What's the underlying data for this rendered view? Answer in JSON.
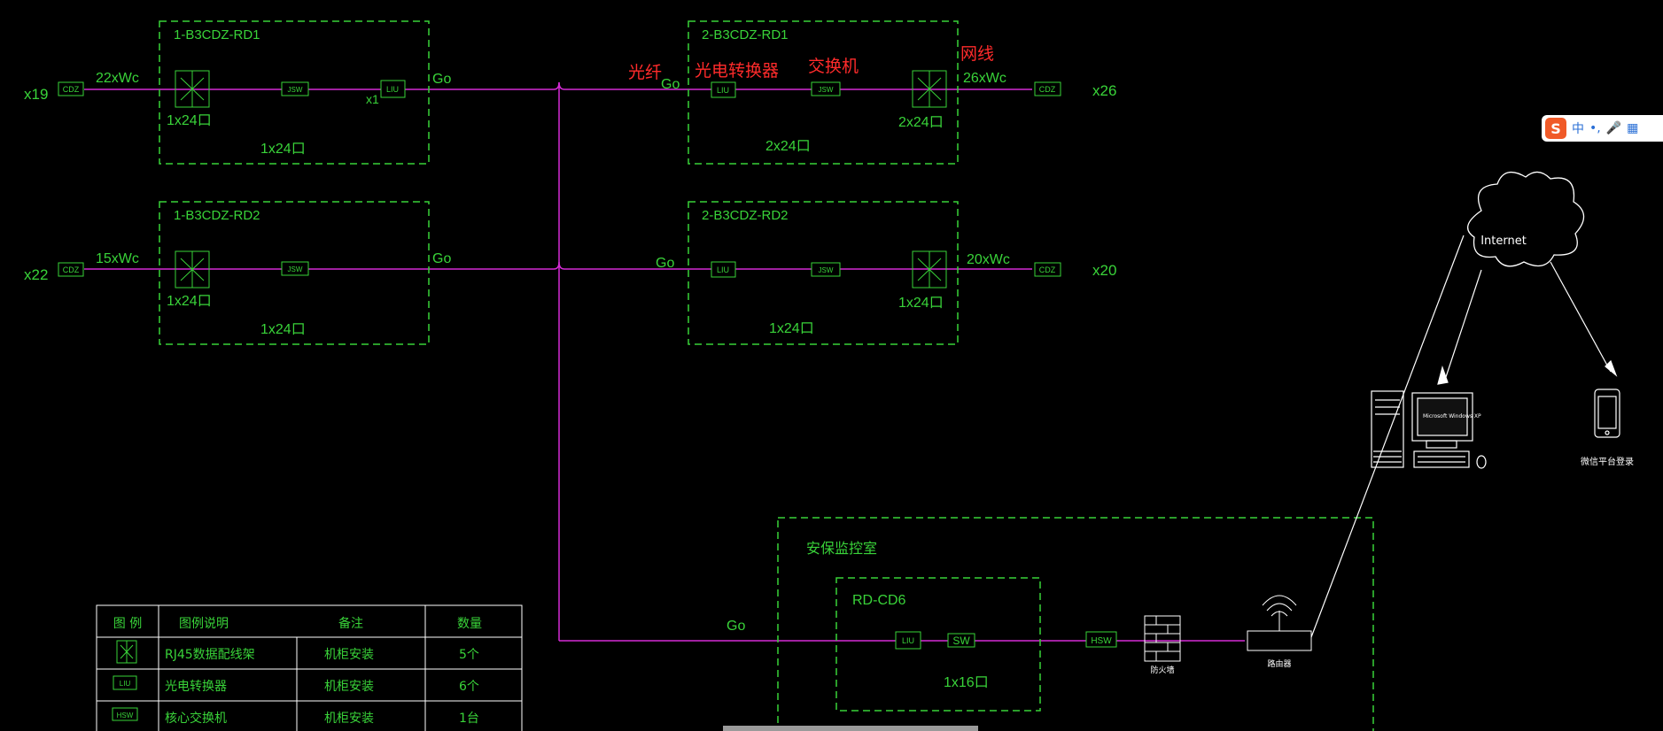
{
  "colors": {
    "green": "#39d339",
    "magenta": "#d62ad6",
    "white": "#ffffff",
    "red": "#ff2b2b"
  },
  "boxes": [
    {
      "id": "rd1-left",
      "title": "1-B3CDZ-RD1",
      "port_label": "1x24口",
      "bottom_label": "1x24口",
      "cable": "22xWc",
      "count": "x19",
      "cdz": "CDZ",
      "jsw": "JSW",
      "liu": "LIU",
      "x1": "x1",
      "go": "Go"
    },
    {
      "id": "rd2-left",
      "title": "1-B3CDZ-RD2",
      "port_label": "1x24口",
      "bottom_label": "1x24口",
      "cable": "15xWc",
      "count": "x22",
      "cdz": "CDZ",
      "jsw": "JSW",
      "go": "Go"
    },
    {
      "id": "rd1-right",
      "title": "2-B3CDZ-RD1",
      "port_label": "2x24口",
      "bottom_label": "2x24口",
      "cable": "26xWc",
      "count": "x26",
      "cdz": "CDZ",
      "jsw": "JSW",
      "liu": "LIU",
      "go": "Go"
    },
    {
      "id": "rd2-right",
      "title": "2-B3CDZ-RD2",
      "port_label": "1x24口",
      "bottom_label": "1x24口",
      "cable": "20xWc",
      "count": "x20",
      "cdz": "CDZ",
      "jsw": "JSW",
      "liu": "LIU",
      "go": "Go"
    }
  ],
  "annotations": {
    "fiber": "光纤",
    "converter": "光电转换器",
    "switch": "交换机",
    "netcable": "网线"
  },
  "security_room": {
    "title": "安保监控室",
    "inner_title": "RD-CD6",
    "port_label": "1x16口",
    "liu": "LIU",
    "sw": "SW",
    "hsw": "HSW",
    "go": "Go",
    "firewall": "防火墙",
    "router": "路由器"
  },
  "internet": {
    "label": "Internet",
    "phone_label": "微信平台登录",
    "monitor_text": "Microsoft Windows XP"
  },
  "legend": {
    "headers": [
      "图 例",
      "图例说明",
      "备注",
      "数量"
    ],
    "rows": [
      {
        "symbol": "",
        "desc": "RJ45数据配线架",
        "note": "机柜安装",
        "qty": "5个"
      },
      {
        "symbol": "LIU",
        "desc": "光电转换器",
        "note": "机柜安装",
        "qty": "6个"
      },
      {
        "symbol": "HSW",
        "desc": "核心交换机",
        "note": "机柜安装",
        "qty": "1台"
      }
    ]
  },
  "ime": {
    "logo": "S",
    "mode": "中",
    "punct": "•,",
    "mic": "🎤",
    "kbd": "▦"
  }
}
